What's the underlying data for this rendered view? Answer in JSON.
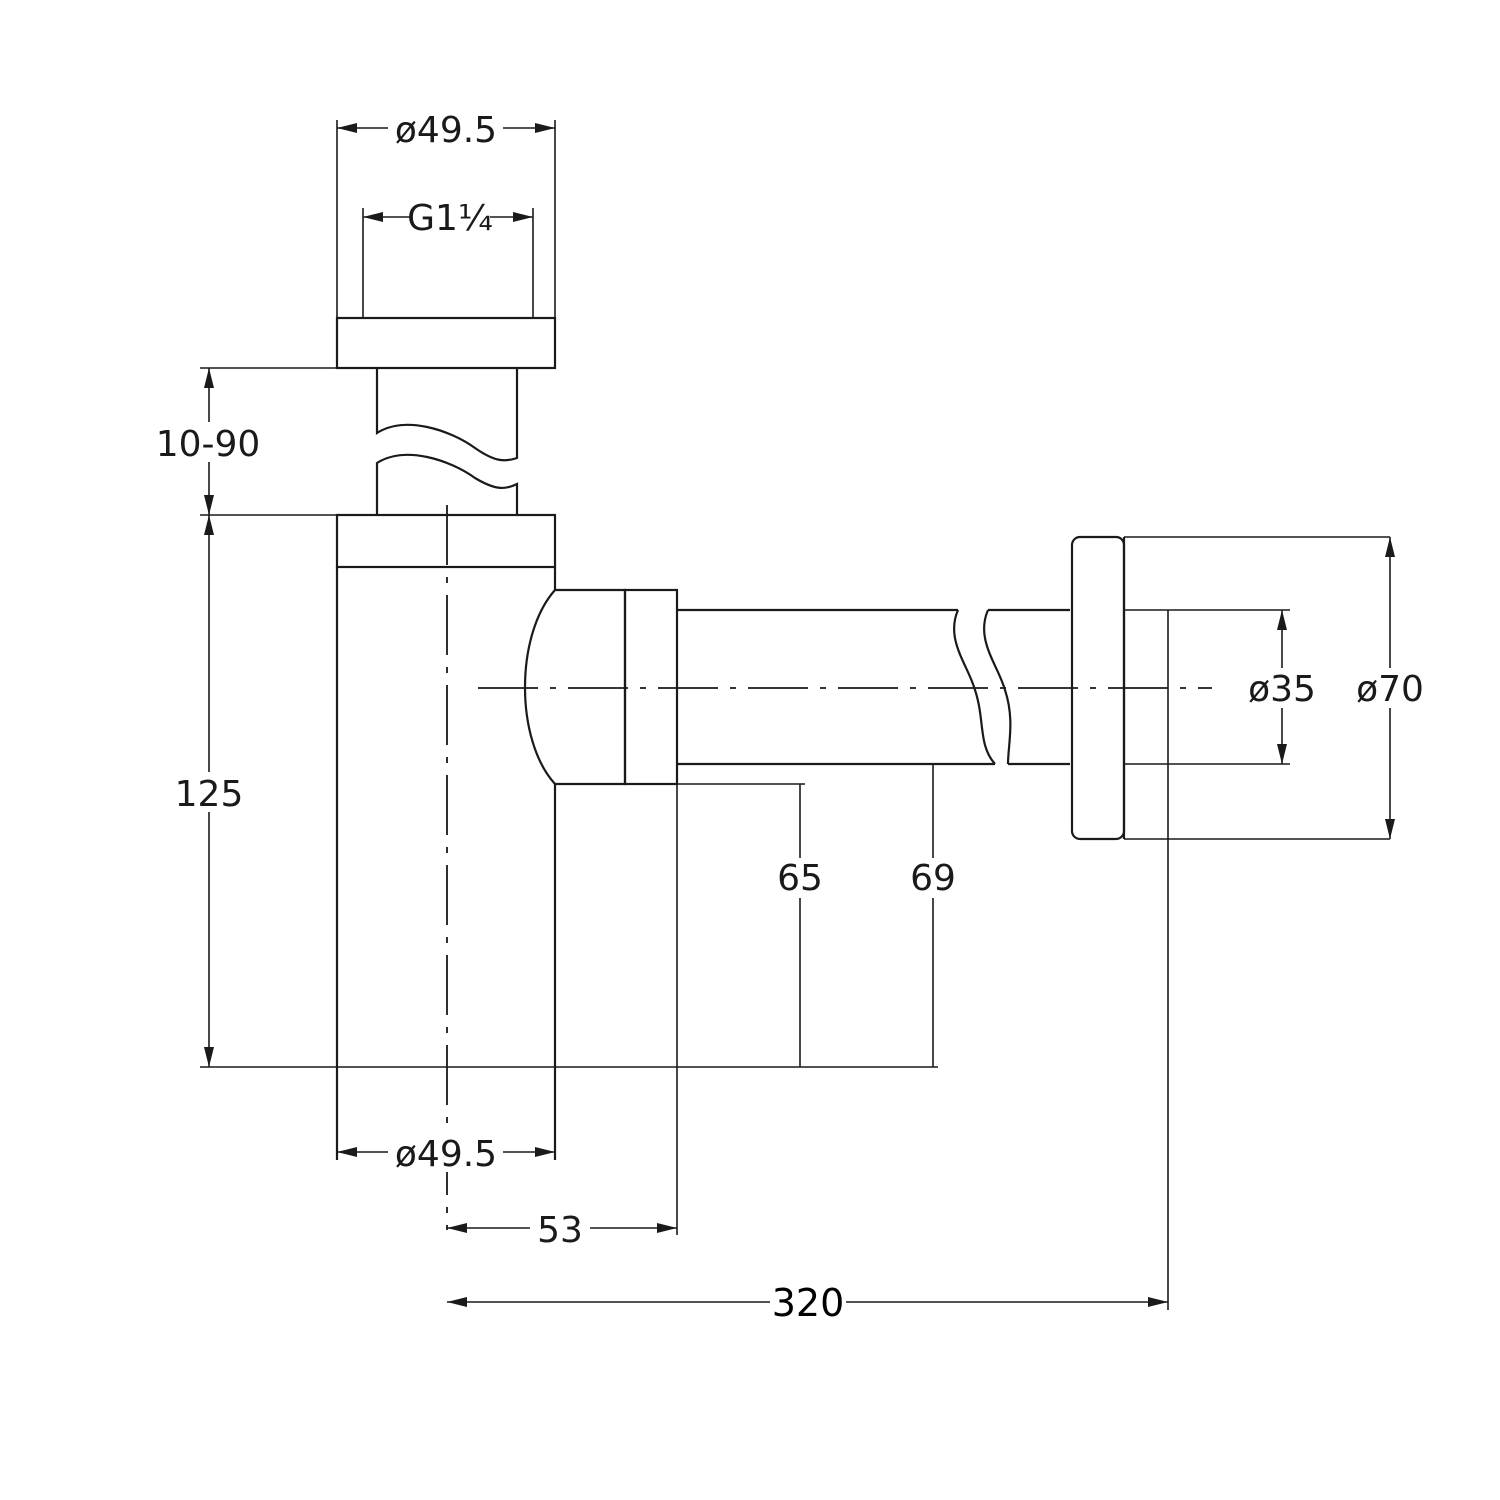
{
  "dimensions": {
    "top_outer_diameter": "ø49.5",
    "top_thread": "G1¼",
    "extension_range": "10-90",
    "body_height": "125",
    "bottom_diameter": "ø49.5",
    "outlet_offset": "53",
    "total_length": "320",
    "outlet_height_low": "65",
    "outlet_height_high": "69",
    "pipe_diameter": "ø35",
    "flange_diameter": "ø70"
  },
  "colors": {
    "line": "#1a1a1a",
    "background": "#ffffff"
  }
}
